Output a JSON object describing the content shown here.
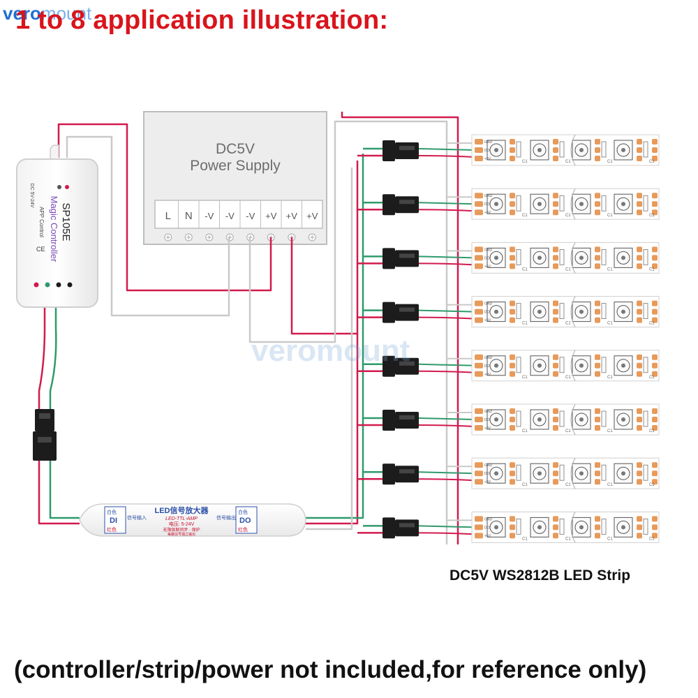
{
  "title": "1 to 8 application illustration:",
  "brand": {
    "part1": "vero",
    "part2": "mount"
  },
  "watermark": "veromount",
  "power_supply": {
    "label_line1": "DC5V",
    "label_line2": "Power Supply",
    "terminals": [
      "L",
      "N",
      "-V",
      "-V",
      "-V",
      "+V",
      "+V",
      "+V"
    ]
  },
  "controller": {
    "model": "SP105E",
    "name": "Magic Controller",
    "app_control": "APP Control",
    "input_voltage": "DC 5V-24V"
  },
  "amplifier": {
    "title": "LED信号放大器",
    "subtitle": "LED-TTL-AMP",
    "voltage": "电压: 5-24V",
    "line1": "无限级联同步 · 保护",
    "line2": "每路信号独立输出",
    "left_label": "DI",
    "right_label": "DO",
    "left_input": "信号输入",
    "right_output": "信号输出",
    "white_wire": "白色",
    "red_wire": "红色"
  },
  "strip": {
    "count": 8,
    "pads": [
      "GND",
      "DO",
      "+5V"
    ],
    "chip": "C1",
    "caption": "DC5V WS2812B LED Strip"
  },
  "footer": "(controller/strip/power not included,for reference only)",
  "colors": {
    "title": "#d9141c",
    "wire_red": "#d21a4d",
    "wire_green": "#2f9a6b",
    "wire_gray": "#c9c9c9",
    "strip_pad": "#e79a5a",
    "connector": "#1c1c1c"
  }
}
